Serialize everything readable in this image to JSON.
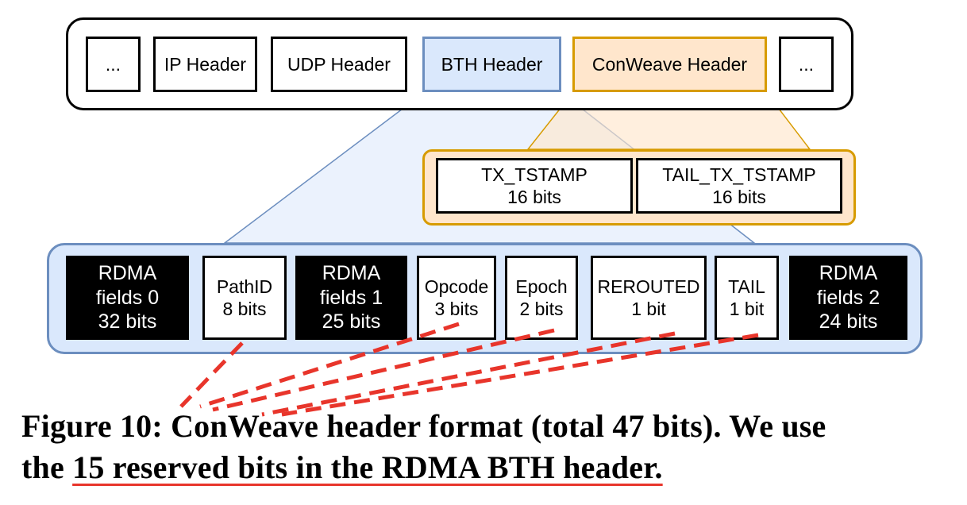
{
  "packet_headers": [
    "...",
    "IP Header",
    "UDP Header",
    "BTH Header",
    "ConWeave Header",
    "..."
  ],
  "conweave_fields": [
    {
      "name": "TX_TSTAMP",
      "size": "16 bits"
    },
    {
      "name": "TAIL_TX_TSTAMP",
      "size": "16 bits"
    }
  ],
  "bth_fields": [
    {
      "line1": "RDMA",
      "line2": "fields 0",
      "line3": "32 bits"
    },
    {
      "line1": "PathID",
      "line2": "8 bits"
    },
    {
      "line1": "RDMA",
      "line2": "fields 1",
      "line3": "25 bits"
    },
    {
      "line1": "Opcode",
      "line2": "3 bits"
    },
    {
      "line1": "Epoch",
      "line2": "2 bits"
    },
    {
      "line1": "REROUTED",
      "line2": "1 bit"
    },
    {
      "line1": "TAIL",
      "line2": "1 bit"
    },
    {
      "line1": "RDMA",
      "line2": "fields 2",
      "line3": "24 bits"
    }
  ],
  "caption": {
    "line1": "Figure 10: ConWeave header format (total 47 bits). We use",
    "line2_prefix": "the ",
    "line2_underlined": "15 reserved bits in the RDMA BTH header."
  },
  "colors": {
    "bth_fill": "#dae8fc",
    "bth_stroke": "#6c8ebf",
    "conweave_fill": "#ffe6cc",
    "conweave_stroke": "#d79b00",
    "annotation_red": "#e8352b"
  }
}
